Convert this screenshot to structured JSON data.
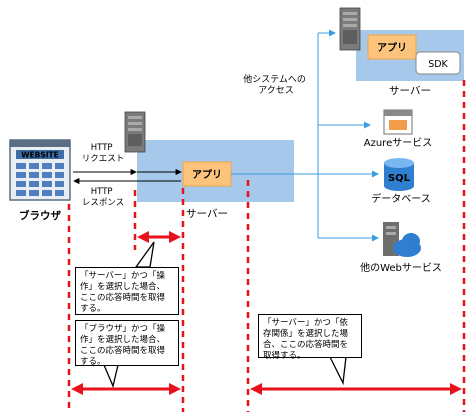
{
  "browser": {
    "label": "ブラウザ",
    "logo_text": "WEBSITE"
  },
  "http": {
    "request": "HTTP\nリクエスト",
    "response": "HTTP\nレスポンス"
  },
  "server_main": {
    "app_label": "アプリ",
    "label": "サーバー"
  },
  "server_top": {
    "app_label": "アプリ",
    "sdk_label": "SDK",
    "label": "サーバー"
  },
  "other_system_access": "他システムへの\nアクセス",
  "dependencies": [
    {
      "label": "Azureサービス",
      "icon": "azure-service-icon"
    },
    {
      "label": "データベース",
      "icon": "sql-database-icon",
      "icon_text": "SQL"
    },
    {
      "label": "他のWebサービス",
      "icon": "web-service-icon"
    }
  ],
  "callouts": {
    "server_operation": "「サーバー」かつ「操\n作」を選択した場合、\nここの応答時間を取得\nする。",
    "browser_operation": "「ブラウザ」かつ「操\n作」を選択した場合、\nここの応答時間を取得\nする。",
    "server_dependency": "「サーバー」かつ「依\n存関係」を選択した場\n合、ここの応答時間を\n取得する。"
  },
  "colors": {
    "server_box": "#a6c8ea",
    "app_box": "#fcc37c",
    "dependency_line": "#3c9ce0",
    "range_marker": "#e8121d",
    "dashed": "#e8121d"
  }
}
